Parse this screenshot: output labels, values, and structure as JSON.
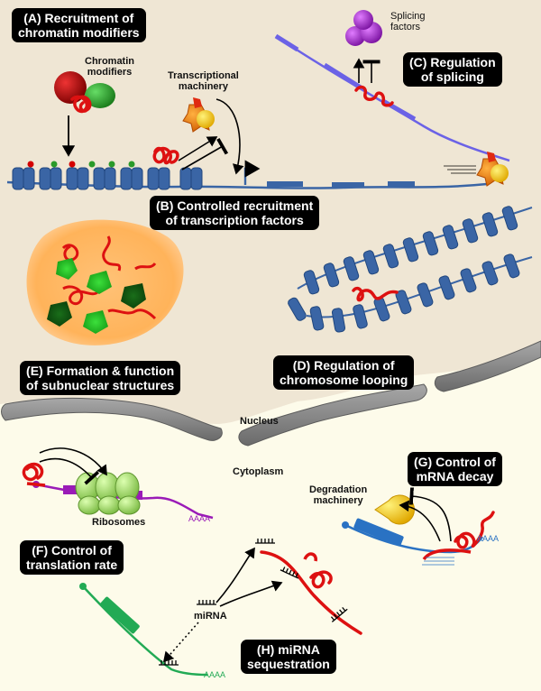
{
  "panels": {
    "A": {
      "l1": "(A) Recruitment of",
      "l2": "chromatin modifiers"
    },
    "B": {
      "l1": "(B) Controlled recruitment",
      "l2": "of transcription factors"
    },
    "C": {
      "l1": "(C) Regulation",
      "l2": "of splicing"
    },
    "D": {
      "l1": "(D) Regulation of",
      "l2": "chromosome looping"
    },
    "E": {
      "l1": "(E) Formation & function",
      "l2": "of subnuclear structures"
    },
    "F": {
      "l1": "(F) Control of",
      "l2": "translation rate"
    },
    "G": {
      "l1": "(G) Control of",
      "l2": "mRNA decay"
    },
    "H": {
      "l1": "(H) miRNA",
      "l2": "sequestration"
    }
  },
  "labels": {
    "chromatin_modifiers": {
      "l1": "Chromatin",
      "l2": "modifiers"
    },
    "transcriptional_machinery": {
      "l1": "Transcriptional",
      "l2": "machinery"
    },
    "splicing_factors": {
      "l1": "Splicing",
      "l2": "factors"
    },
    "nucleus": "Nucleus",
    "cytoplasm": "Cytoplasm",
    "ribosomes": "Ribosomes",
    "degradation_machinery": {
      "l1": "Degradation",
      "l2": "machinery"
    },
    "mirna": "miRNA",
    "polya_f": "AAAA",
    "polya_g": "AAAA",
    "polya_h": "AAAA"
  },
  "colors": {
    "nucleus_bg": "#efe6d4",
    "cytoplasm_bg": "#fdfbea",
    "membrane": "#7d7d7d",
    "chromatin": "#3a65a5",
    "lncrna": "#dd1111",
    "ribosome": "#a7df6c",
    "mrna_f": "#9a1bb7",
    "mrna_g": "#2a72c3",
    "mrna_h": "#22aa55",
    "splicing_factor": "#a82bd0",
    "degradation": "#f5d400"
  }
}
